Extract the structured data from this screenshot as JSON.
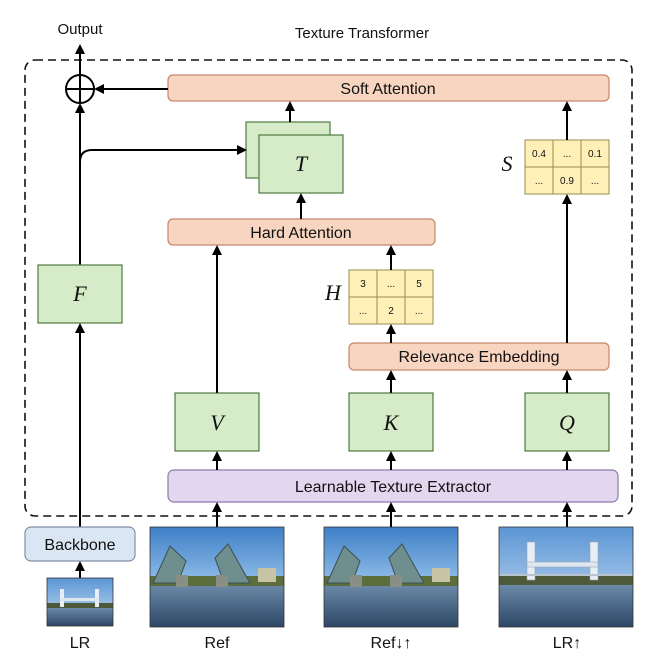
{
  "title": "Texture Transformer",
  "output_label": "Output",
  "blocks": {
    "soft_attention": "Soft Attention",
    "hard_attention": "Hard Attention",
    "relevance_embedding": "Relevance Embedding",
    "extractor": "Learnable Texture Extractor",
    "backbone": "Backbone"
  },
  "features": {
    "T": "T",
    "F": "F",
    "V": "V",
    "K": "K",
    "Q": "Q",
    "H": "H",
    "S": "S"
  },
  "s_matrix": [
    "0.4",
    "...",
    "0.1",
    "...",
    "0.9",
    "..."
  ],
  "h_matrix": [
    "3",
    "...",
    "5",
    "...",
    "2",
    "..."
  ],
  "inputs": {
    "lr": "LR",
    "ref": "Ref",
    "ref_down_up": "Ref↓↑",
    "lr_up": "LR↑"
  },
  "colors": {
    "attention_fill": "#f8d5c0",
    "attention_stroke": "#c8876a",
    "feature_fill": "#d6ecc9",
    "feature_stroke": "#4f7a3e",
    "extractor_fill": "#e3d7f0",
    "extractor_stroke": "#8d7aa8",
    "backbone_fill": "#dae6f3",
    "backbone_stroke": "#7f8fa6",
    "matrix_fill": "#fff0b8",
    "matrix_stroke": "#9a8b4a"
  }
}
